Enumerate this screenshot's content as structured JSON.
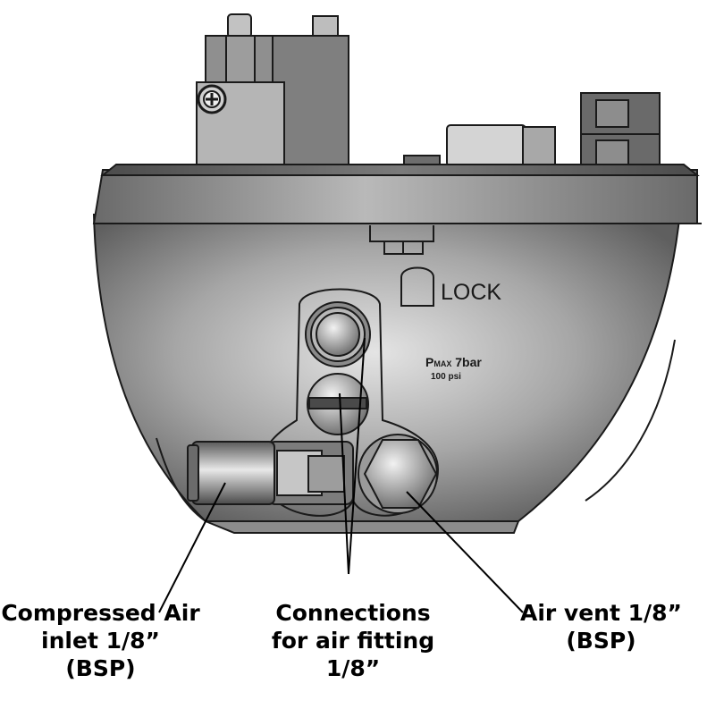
{
  "housing": {
    "lock_label": "LOCK",
    "pressure_line1_main": "P",
    "pressure_line1_sub": "MAX",
    "pressure_line1_value": " 7bar",
    "pressure_line2": "100 psi"
  },
  "callouts": {
    "inlet": {
      "lines": [
        "Compressed Air",
        "inlet 1/8”",
        "(BSP)"
      ]
    },
    "connections": {
      "lines": [
        "Connections",
        "for air fitting",
        "1/8”"
      ]
    },
    "vent": {
      "lines": [
        "Air vent 1/8”",
        "(BSP)"
      ]
    }
  },
  "colors": {
    "housing_light": "#e2e2e2",
    "housing_dark": "#6e6e6e",
    "outline": "#1a1a1a",
    "component_gray": "#a9a9a9"
  }
}
